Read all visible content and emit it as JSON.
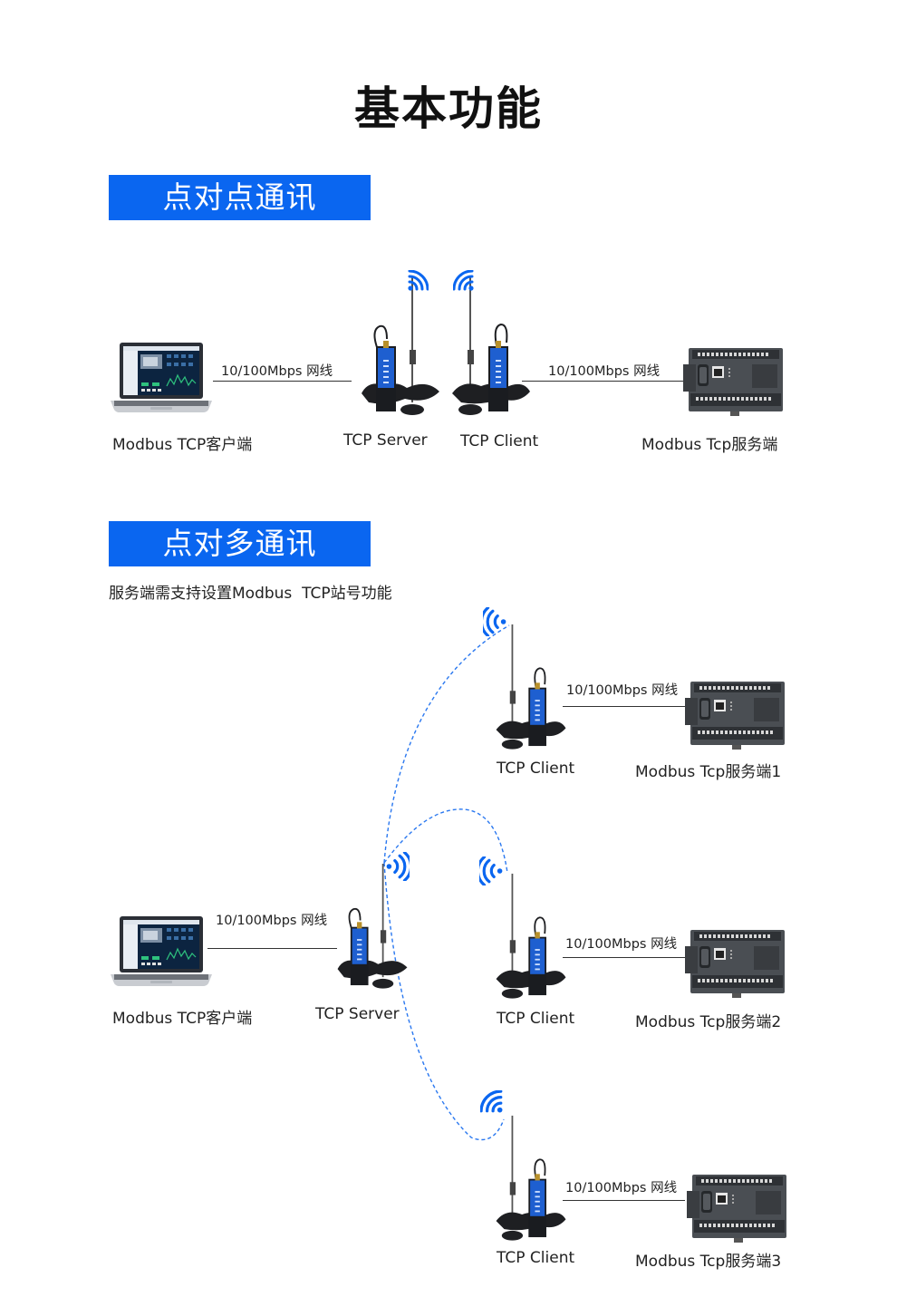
{
  "page": {
    "title": "基本功能",
    "accent_color": "#0a66f0",
    "wireless_color": "#0a66f0"
  },
  "section_p2p": {
    "banner": "点对点通讯",
    "nodes": {
      "client_label": "Modbus TCP客户端",
      "server_device_label": "TCP Server",
      "client_device_label": "TCP Client",
      "plc_label": "Modbus Tcp服务端"
    },
    "cable_left": "10/100Mbps 网线",
    "cable_right": "10/100Mbps 网线"
  },
  "section_p2m": {
    "banner": "点对多通讯",
    "note": "服务端需支持设置Modbus  TCP站号功能",
    "master": {
      "client_label": "Modbus TCP客户端",
      "server_device_label": "TCP Server",
      "cable": "10/100Mbps 网线"
    },
    "branches": [
      {
        "device_label": "TCP Client",
        "plc_label": "Modbus Tcp服务端1",
        "cable": "10/100Mbps 网线"
      },
      {
        "device_label": "TCP Client",
        "plc_label": "Modbus Tcp服务端2",
        "cable": "10/100Mbps 网线"
      },
      {
        "device_label": "TCP Client",
        "plc_label": "Modbus Tcp服务端3",
        "cable": "10/100Mbps 网线"
      }
    ]
  },
  "icons": {
    "laptop": "laptop-icon",
    "router": "wireless-router-icon",
    "plc": "plc-controller-icon",
    "signal": "wifi-signal-icon"
  }
}
